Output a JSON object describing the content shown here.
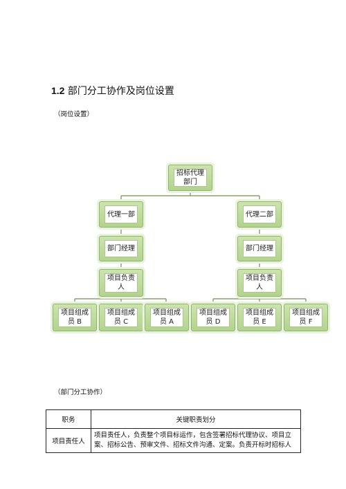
{
  "section": {
    "number": "1.2",
    "title": " 部门分工协作及岗位设置"
  },
  "posts_label": "（岗位设置）",
  "org_chart": {
    "root": "招标代理部门",
    "branches": [
      {
        "dept": "代理一部",
        "manager": "部门经理",
        "lead": "项目负责人",
        "members": [
          "项目组成员 B",
          "项目组成员 C",
          "项目组成员 A"
        ]
      },
      {
        "dept": "代理二部",
        "manager": "部门经理",
        "lead": "项目负责人",
        "members": [
          "项目组成员 D",
          "项目组成员 E",
          "项目组成员 F"
        ]
      }
    ]
  },
  "collab_label": "（部门分工协作）",
  "duty_table": {
    "headers": [
      "职务",
      "关键职责划分"
    ],
    "rows": [
      {
        "role": "项目责任人",
        "desc": "项目责任人，负责整个项目标运作，包含签署招标代理协议、项目立案、招标公告、预审文件、招标文件沟通、定案。负责开标时招标人"
      }
    ]
  }
}
